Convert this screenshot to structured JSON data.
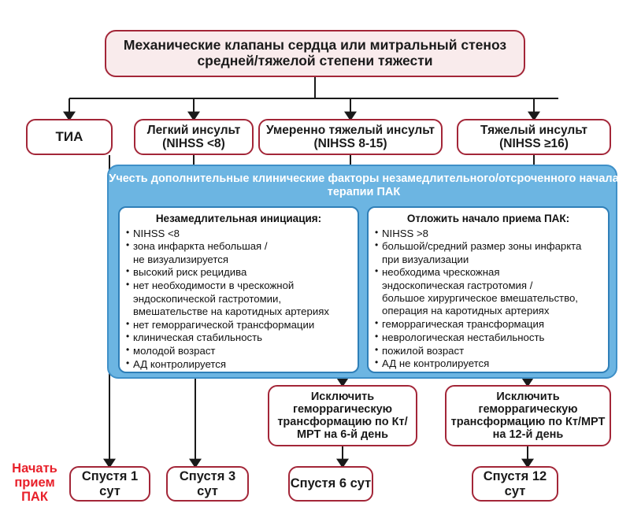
{
  "diagram": {
    "root": {
      "text": "Механические клапаны сердца или митральный стеноз средней/тяжелой степени тяжести"
    },
    "severity_nodes": [
      {
        "text": "ТИА"
      },
      {
        "text": "Легкий инсульт (NIHSS <8)"
      },
      {
        "text": "Умеренно тяжелый инсульт (NIHSS 8-15)"
      },
      {
        "text": "Тяжелый инсульт (NIHSS ≥16)"
      }
    ],
    "blue_panel": {
      "title": "Учесть дополнительные клинические факторы незамедлительного/отсроченного начала терапии ПАК",
      "left_column": {
        "title": "Незамедлительная инициация:",
        "items": [
          "NIHSS <8",
          "зона инфаркта небольшая /\nне визуализируется",
          "высокий риск рецидива",
          "нет необходимости в чрескожной\nэндоскопической гастротомии,\nвмешательстве на каротидных артериях",
          "нет геморрагической трансформации",
          "клиническая стабильность",
          "молодой возраст",
          "АД контролируется"
        ]
      },
      "right_column": {
        "title": "Отложить начало приема ПАК:",
        "items": [
          "NIHSS >8",
          "большой/средний размер зоны инфаркта\nпри визуализации",
          "необходима чрескожная\nэндоскопическая гастротомия /\nбольшое хирургическое вмешательство,\nоперация на каротидных артериях",
          "геморрагическая трансформация",
          "неврологическая нестабильность",
          "пожилой возраст",
          "АД не контролируется"
        ]
      }
    },
    "exclude_nodes": [
      {
        "text": "Исключить геморрагическую трансформацию по Кт/МРТ на 6-й день"
      },
      {
        "text": "Исключить геморрагическую трансформацию по Кт/МРТ на 12-й день"
      }
    ],
    "after_nodes": [
      {
        "text": "Спустя 1 сут"
      },
      {
        "text": "Спустя 3 сут"
      },
      {
        "text": "Спустя 6 сут"
      },
      {
        "text": "Спустя 12 сут"
      }
    ],
    "start_label": {
      "text": "Начать прием ПАК"
    },
    "colors": {
      "node_border": "#a32638",
      "node_pink_fill": "#f9ebec",
      "panel_blue": "#6cb5e2",
      "panel_blue_border": "#3f90c8",
      "accent_red": "#e8202a",
      "connector": "#1a1a1a"
    }
  }
}
